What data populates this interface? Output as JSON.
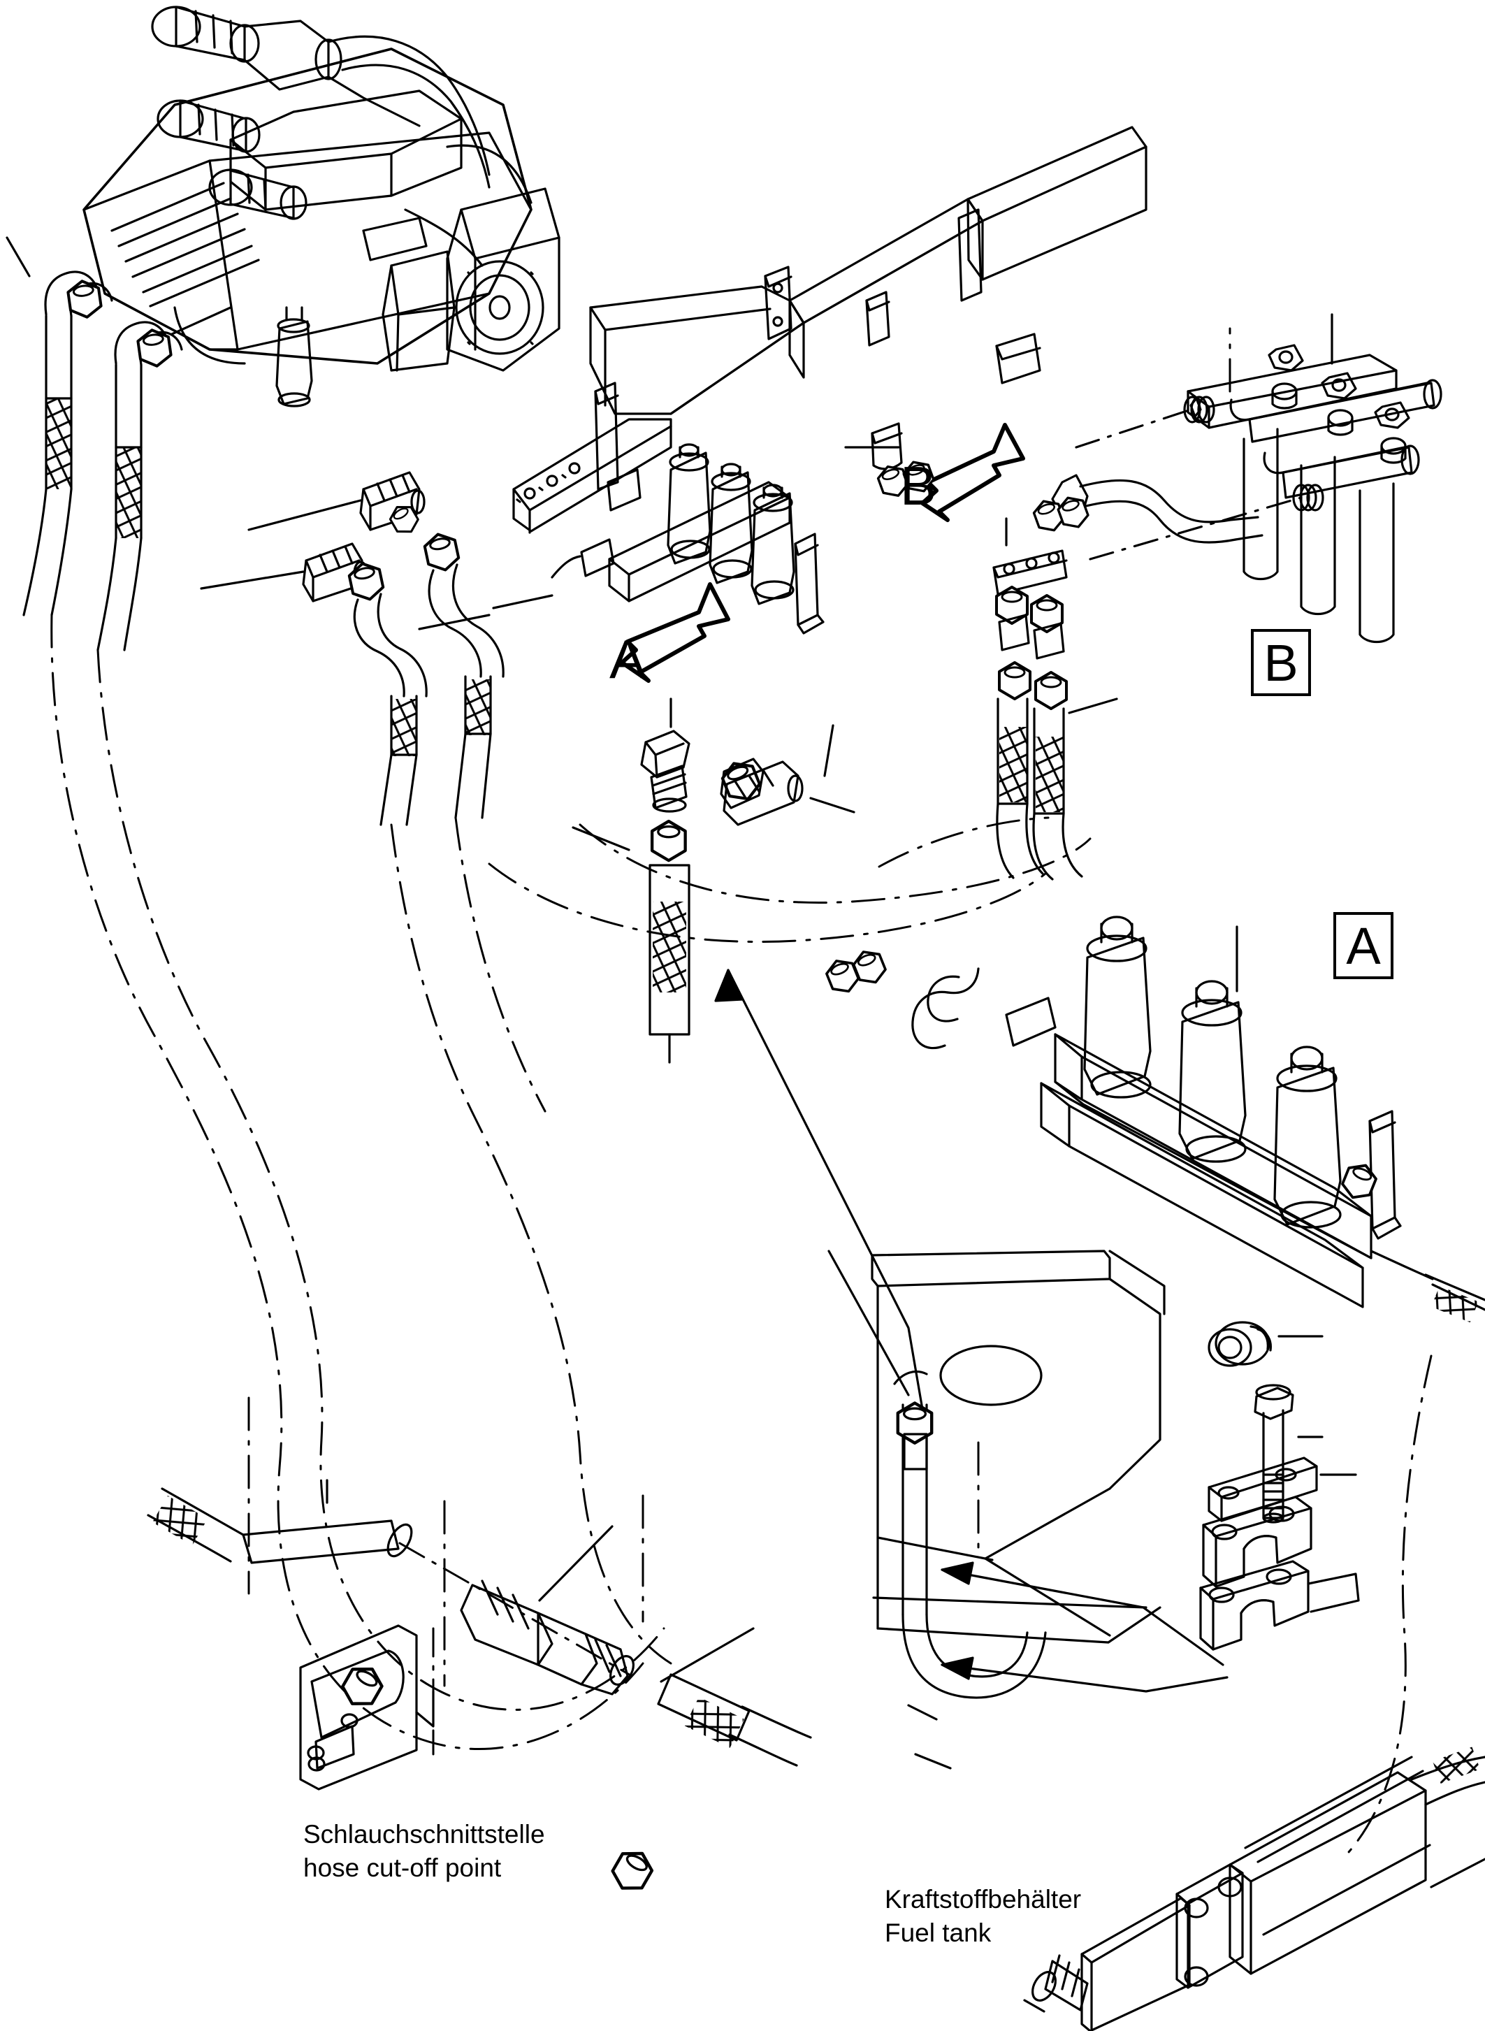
{
  "document": {
    "kind": "technical-parts-diagram",
    "subject": "Fuel line / fuel filter piping assembly",
    "style": "isometric exploded line drawing, black on white"
  },
  "captions": [
    {
      "id": "hose-cutoff",
      "german": "Schlauchschnittstelle",
      "english": "hose cut-off point"
    },
    {
      "id": "fuel-tank",
      "german": "Kraftstoffbehälter",
      "english": "Fuel tank"
    }
  ],
  "section_views": {
    "arrow_labels": [
      {
        "letter": "A",
        "note": "view arrow pointing up-right toward chassis-mounted filter bank"
      },
      {
        "letter": "B",
        "note": "view arrow pointing up-right toward rear filter bank"
      }
    ],
    "detail_boxes": [
      {
        "letter": "A",
        "note": "boxed marker for detail view A - triple fuel filter manifold"
      },
      {
        "letter": "B",
        "note": "boxed marker for detail view B - triple fuel filter bank with brackets"
      }
    ]
  },
  "colors": {
    "line": "#000000",
    "background": "#ffffff"
  },
  "assemblies": [
    {
      "name": "engine",
      "note": "V-configuration diesel engine with turbochargers, top-left"
    },
    {
      "name": "chassis-frame",
      "note": "frame rail with cross member, upper-centre"
    },
    {
      "name": "filter-bank-B",
      "note": "three spin-on filters on manifold with mounting lugs, upper-right"
    },
    {
      "name": "filter-bank-A",
      "note": "three spin-on filters on square manifold bar, mid-right"
    },
    {
      "name": "fuel-tank",
      "note": "tank body with filler opening, lower-right"
    },
    {
      "name": "clamp-kit",
      "note": "exploded grommet, bolt, plate and clamp halves, lower-right"
    },
    {
      "name": "hose-coupling",
      "note": "exploded hose union with braided hoses, lower-left"
    },
    {
      "name": "elbow-fitting",
      "note": "exploded 90-degree elbow and nipple, mid-centre"
    },
    {
      "name": "pump-cylinder",
      "note": "flanged cylinder with threaded fitting, bottom-right"
    }
  ]
}
